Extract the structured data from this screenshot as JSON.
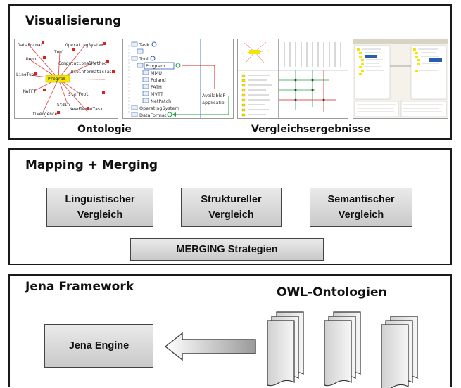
{
  "visualisierung": {
    "title": "Visualisierung",
    "caption_ontologie": "Ontologie",
    "caption_vergleich": "Vergleichsergebnisse",
    "graph_nodes": [
      "DataFormat",
      "OperatingSystem",
      "Tool",
      "Dooo",
      "ComputationalMethod",
      "LineType",
      "BioinformaticTask",
      "MAFFT",
      "NeedlemanTask",
      "Stdin",
      "Program",
      "Divergence",
      "StarFool"
    ],
    "tree_items": [
      "Task",
      "Tool",
      "Program",
      "MMU",
      "Poland",
      "FATH",
      "MVTT",
      "NetPatch",
      "OperatingSystem",
      "DataFormat"
    ],
    "tree_side_labels": [
      "AvailableF",
      "applicatio"
    ]
  },
  "mapping": {
    "title": "Mapping + Merging",
    "boxes": [
      {
        "line1": "Linguistischer",
        "line2": "Vergleich"
      },
      {
        "line1": "Struktureller",
        "line2": "Vergleich"
      },
      {
        "line1": "Semantischer",
        "line2": "Vergleich"
      }
    ],
    "merging": "MERGING Strategien"
  },
  "jena": {
    "title": "Jena Framework",
    "owl_title": "OWL-Ontologien",
    "engine": "Jena Engine"
  },
  "colors": {
    "border": "#1a1a1a",
    "box_top": "#eaeaea",
    "box_bottom": "#c9c9c9",
    "highlight_yellow": "#f3e600",
    "red_marker": "#e02020",
    "tree_blue": "#2a5db0",
    "arrow_red": "#d42020",
    "arrow_green": "#20a040"
  }
}
